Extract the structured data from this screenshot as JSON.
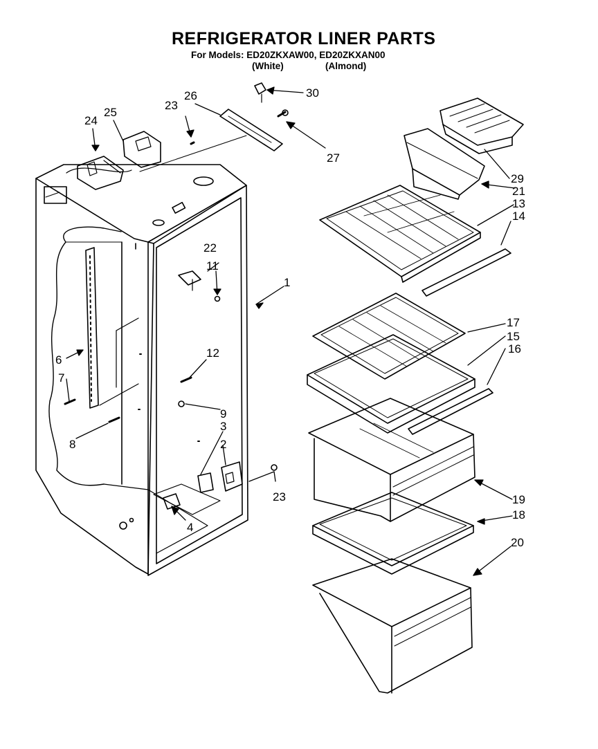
{
  "header": {
    "title": "REFRIGERATOR LINER PARTS",
    "subtitle": "For Models: ED20ZKXAW00, ED20ZKXAN00",
    "color_white": "(White)",
    "color_almond": "(Almond)"
  },
  "callouts": {
    "c1": "1",
    "c2": "2",
    "c3": "3",
    "c4": "4",
    "c6": "6",
    "c7": "7",
    "c8": "8",
    "c9": "9",
    "c11": "11",
    "c12": "12",
    "c13": "13",
    "c14": "14",
    "c15": "15",
    "c16": "16",
    "c17": "17",
    "c18": "18",
    "c19": "19",
    "c20": "20",
    "c21": "21",
    "c22": "22",
    "c23a": "23",
    "c23b": "23",
    "c24": "24",
    "c25": "25",
    "c26": "26",
    "c27": "27",
    "c29": "29",
    "c30": "30"
  }
}
